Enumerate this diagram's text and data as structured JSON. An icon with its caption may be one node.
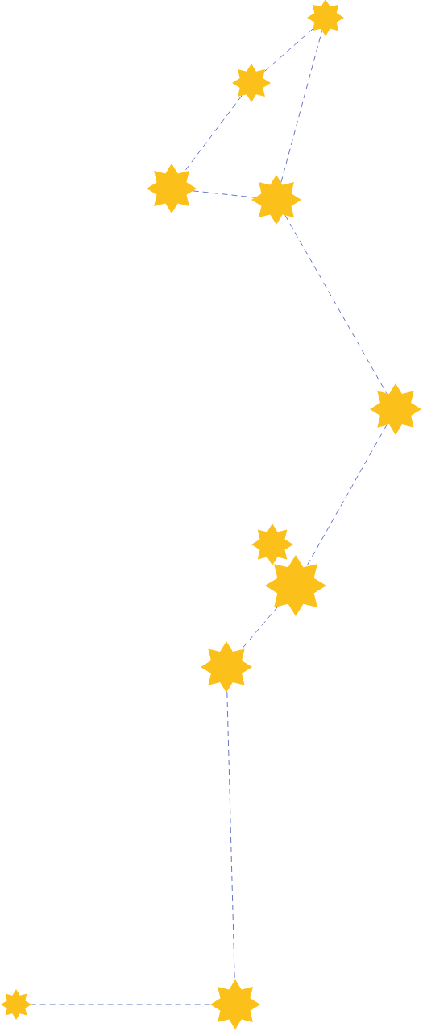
{
  "diagram": {
    "nodes": [
      {
        "text": [],
        "shape": "star"
      },
      {
        "text": [],
        "shape": "star"
      },
      {
        "text": [],
        "shape": "star"
      },
      {
        "text": [],
        "shape": "star"
      },
      {
        "text": [],
        "shape": "star"
      },
      {
        "text": [],
        "shape": "star"
      },
      {
        "text": [],
        "shape": "star"
      },
      {
        "text": [],
        "shape": "star"
      },
      {
        "text": [],
        "shape": "star"
      },
      {
        "text": [],
        "shape": "star"
      }
    ],
    "edges": [
      {
        "from": 0,
        "to": 1,
        "arrow": "none",
        "style": "dashed"
      },
      {
        "from": 1,
        "to": 2,
        "arrow": "none",
        "style": "dashed"
      },
      {
        "from": 2,
        "to": 3,
        "arrow": "none",
        "style": "dashed"
      },
      {
        "from": 3,
        "to": 0,
        "arrow": "none",
        "style": "dashed"
      },
      {
        "from": 3,
        "to": 4,
        "arrow": "none",
        "style": "dashed"
      },
      {
        "from": 4,
        "to": 6,
        "arrow": "none",
        "style": "dashed"
      },
      {
        "from": 6,
        "to": 7,
        "arrow": "none",
        "style": "dashed"
      },
      {
        "from": 7,
        "to": 9,
        "arrow": "none",
        "style": "dashed"
      },
      {
        "from": 9,
        "to": 8,
        "arrow": "none",
        "style": "dashed"
      }
    ]
  }
}
